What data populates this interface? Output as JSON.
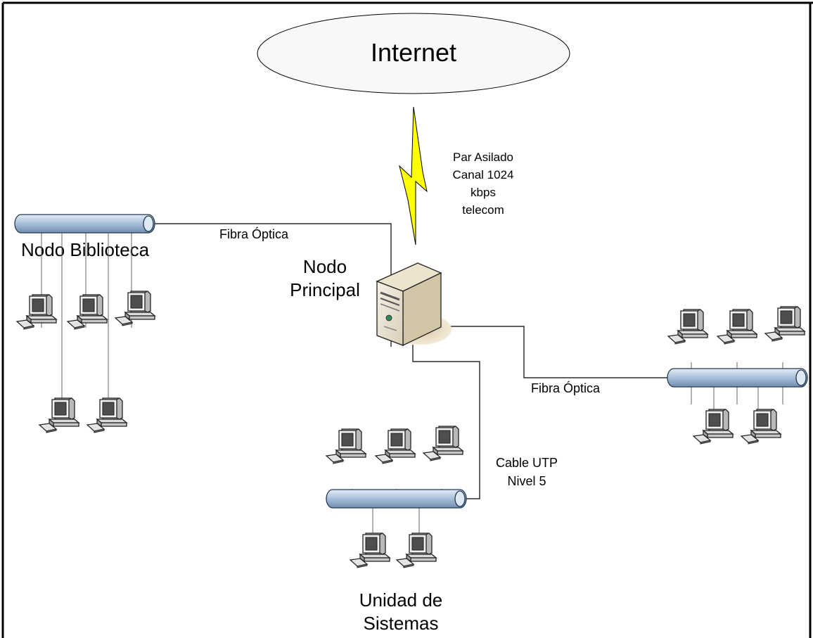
{
  "internet": {
    "label": "Internet"
  },
  "link_labels": {
    "wan_line1": "Par Asilado",
    "wan_line2": "Canal 1024",
    "wan_line3": "kbps",
    "wan_line4": "telecom",
    "fibra_left": "Fibra Óptica",
    "fibra_right": "Fibra Óptica",
    "utp_line1": "Cable UTP",
    "utp_line2": "Nivel 5"
  },
  "nodes": {
    "principal_line1": "Nodo",
    "principal_line2": "Principal",
    "biblioteca": "Nodo Biblioteca",
    "sistemas_line1": "Unidad de",
    "sistemas_line2": "Sistemas"
  },
  "colors": {
    "lightning": "#ffff00",
    "bus_fill": "#aec3dc",
    "bus_stroke": "#22384f",
    "server_body": "#eee6d4"
  },
  "icons": {
    "workstation": "desktop-computer-icon",
    "server": "tower-server-icon",
    "wan_link": "lightning-bolt-icon",
    "backbone": "network-bus-icon"
  }
}
